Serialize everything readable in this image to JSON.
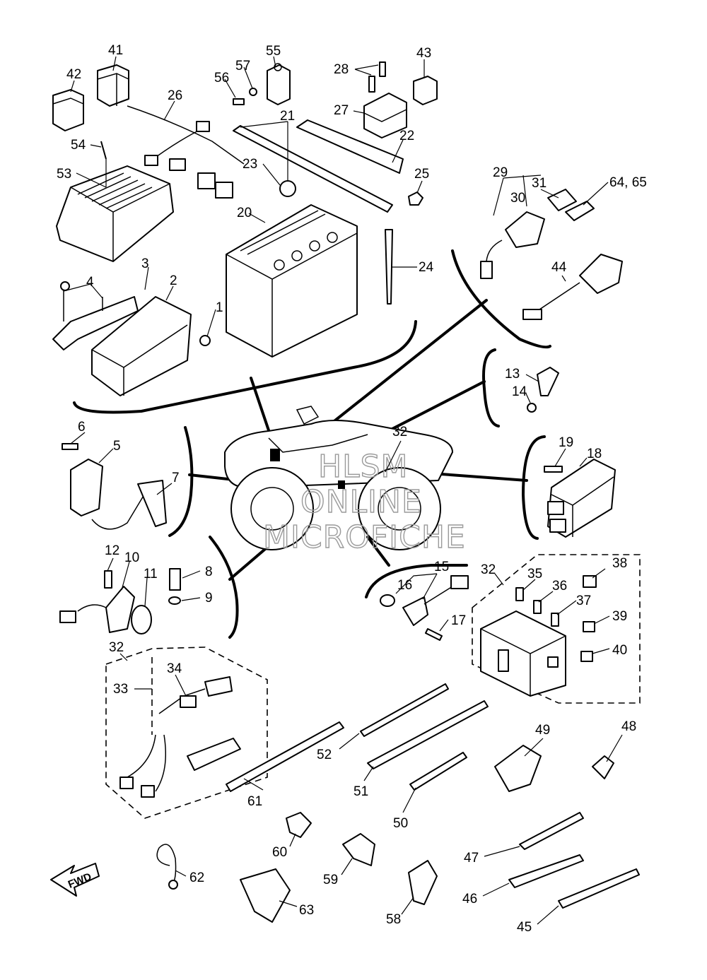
{
  "diagram": {
    "parts": [
      {
        "id": "p1",
        "label": "1"
      },
      {
        "id": "p2",
        "label": "2"
      },
      {
        "id": "p3",
        "label": "3"
      },
      {
        "id": "p4",
        "label": "4"
      },
      {
        "id": "p5",
        "label": "5"
      },
      {
        "id": "p6",
        "label": "6"
      },
      {
        "id": "p7",
        "label": "7"
      },
      {
        "id": "p8",
        "label": "8"
      },
      {
        "id": "p9",
        "label": "9"
      },
      {
        "id": "p10",
        "label": "10"
      },
      {
        "id": "p11",
        "label": "11"
      },
      {
        "id": "p12",
        "label": "12"
      },
      {
        "id": "p13",
        "label": "13"
      },
      {
        "id": "p14",
        "label": "14"
      },
      {
        "id": "p15",
        "label": "15"
      },
      {
        "id": "p16",
        "label": "16"
      },
      {
        "id": "p17",
        "label": "17"
      },
      {
        "id": "p18",
        "label": "18"
      },
      {
        "id": "p19",
        "label": "19"
      },
      {
        "id": "p20",
        "label": "20"
      },
      {
        "id": "p21",
        "label": "21"
      },
      {
        "id": "p22",
        "label": "22"
      },
      {
        "id": "p23",
        "label": "23"
      },
      {
        "id": "p24",
        "label": "24"
      },
      {
        "id": "p25",
        "label": "25"
      },
      {
        "id": "p26",
        "label": "26"
      },
      {
        "id": "p27",
        "label": "27"
      },
      {
        "id": "p28",
        "label": "28"
      },
      {
        "id": "p29",
        "label": "29"
      },
      {
        "id": "p30",
        "label": "30"
      },
      {
        "id": "p31",
        "label": "31"
      },
      {
        "id": "p32a",
        "label": "32"
      },
      {
        "id": "p32b",
        "label": "32"
      },
      {
        "id": "p32c",
        "label": "32"
      },
      {
        "id": "p33",
        "label": "33"
      },
      {
        "id": "p34",
        "label": "34"
      },
      {
        "id": "p35",
        "label": "35"
      },
      {
        "id": "p36",
        "label": "36"
      },
      {
        "id": "p37",
        "label": "37"
      },
      {
        "id": "p38",
        "label": "38"
      },
      {
        "id": "p39",
        "label": "39"
      },
      {
        "id": "p40",
        "label": "40"
      },
      {
        "id": "p41",
        "label": "41"
      },
      {
        "id": "p42",
        "label": "42"
      },
      {
        "id": "p43",
        "label": "43"
      },
      {
        "id": "p44",
        "label": "44"
      },
      {
        "id": "p45",
        "label": "45"
      },
      {
        "id": "p46",
        "label": "46"
      },
      {
        "id": "p47",
        "label": "47"
      },
      {
        "id": "p48",
        "label": "48"
      },
      {
        "id": "p49",
        "label": "49"
      },
      {
        "id": "p50",
        "label": "50"
      },
      {
        "id": "p51",
        "label": "51"
      },
      {
        "id": "p52",
        "label": "52"
      },
      {
        "id": "p53",
        "label": "53"
      },
      {
        "id": "p54",
        "label": "54"
      },
      {
        "id": "p55",
        "label": "55"
      },
      {
        "id": "p56",
        "label": "56"
      },
      {
        "id": "p57",
        "label": "57"
      },
      {
        "id": "p58",
        "label": "58"
      },
      {
        "id": "p59",
        "label": "59"
      },
      {
        "id": "p60",
        "label": "60"
      },
      {
        "id": "p61",
        "label": "61"
      },
      {
        "id": "p62",
        "label": "62"
      },
      {
        "id": "p63",
        "label": "63"
      },
      {
        "id": "p6465",
        "label": "64, 65"
      }
    ],
    "fwd_label": "FWD",
    "watermark": [
      "HLSM",
      "ONLINE",
      "MICROFICHE"
    ]
  }
}
